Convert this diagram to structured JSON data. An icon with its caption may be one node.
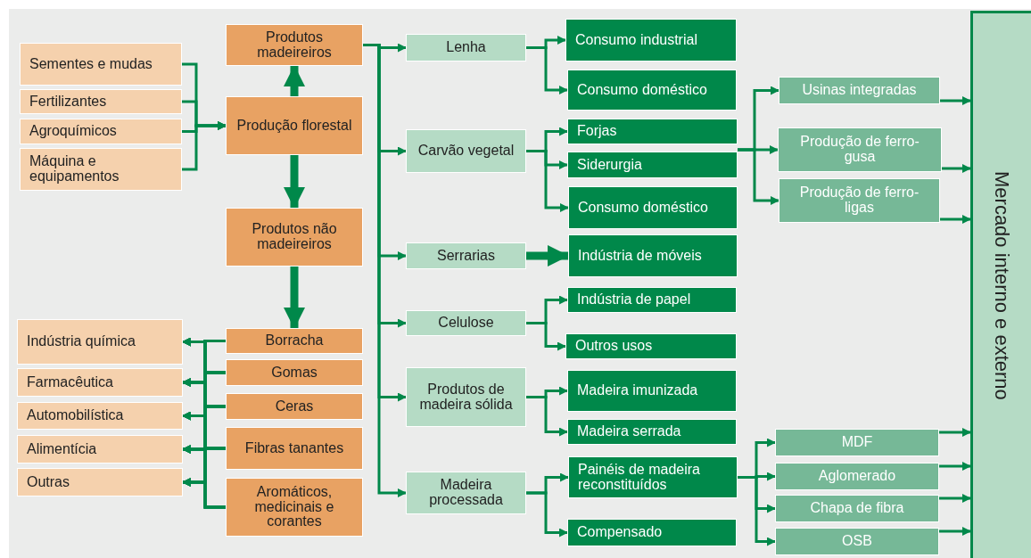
{
  "diagram": {
    "nodes": [
      {
        "text": [
          "Sementes e mudas"
        ]
      },
      {
        "text": [
          "Fertilizantes"
        ]
      },
      {
        "text": [
          "Agroquímicos"
        ]
      },
      {
        "text": [
          "Máquina e equipamentos"
        ]
      },
      {
        "text": [
          "Produtos madeireiros"
        ]
      },
      {
        "text": [
          "Produção florestal"
        ]
      },
      {
        "text": [
          "Produtos não madeireiros"
        ]
      },
      {
        "text": [
          "Borracha"
        ]
      },
      {
        "text": [
          "Gomas"
        ]
      },
      {
        "text": [
          "Ceras"
        ]
      },
      {
        "text": [
          "Fibras tanantes"
        ]
      },
      {
        "text": [
          "Aromáticos, medicinais e corantes"
        ]
      },
      {
        "text": [
          "Indústria química"
        ]
      },
      {
        "text": [
          "Farmacêutica"
        ]
      },
      {
        "text": [
          "Automobilística"
        ]
      },
      {
        "text": [
          "Alimentícia"
        ]
      },
      {
        "text": [
          "Outras"
        ]
      },
      {
        "text": [
          "Lenha"
        ]
      },
      {
        "text": [
          "Carvão vegetal"
        ]
      },
      {
        "text": [
          "Serrarias"
        ]
      },
      {
        "text": [
          "Celulose"
        ]
      },
      {
        "text": [
          "Produtos de madeira sólida"
        ]
      },
      {
        "text": [
          "Madeira processada"
        ]
      },
      {
        "text": [
          "Consumo industrial"
        ]
      },
      {
        "text": [
          "Consumo doméstico"
        ]
      },
      {
        "text": [
          "Forjas"
        ]
      },
      {
        "text": [
          "Siderurgia"
        ]
      },
      {
        "text": [
          "Consumo doméstico"
        ]
      },
      {
        "text": [
          "Indústria de móveis"
        ]
      },
      {
        "text": [
          "Indústria de papel"
        ]
      },
      {
        "text": [
          "Outros usos"
        ]
      },
      {
        "text": [
          "Madeira imunizada"
        ]
      },
      {
        "text": [
          "Madeira serrada"
        ]
      },
      {
        "text": [
          "Painéis de madeira reconstituídos"
        ]
      },
      {
        "text": [
          "Compensado"
        ]
      },
      {
        "text": [
          "Usinas integradas"
        ]
      },
      {
        "text": [
          "Produção de ferro-gusa"
        ]
      },
      {
        "text": [
          "Produção de ferro-ligas"
        ]
      },
      {
        "text": [
          "MDF"
        ]
      },
      {
        "text": [
          "Aglomerado"
        ]
      },
      {
        "text": [
          "Chapa de fibra"
        ]
      },
      {
        "text": [
          "OSB"
        ]
      },
      {
        "text": [
          "Mercado interno e externo"
        ]
      }
    ],
    "edges": [
      {
        "from": 0,
        "to": 5,
        "arrow": "to"
      },
      {
        "from": 1,
        "to": 5,
        "arrow": "to"
      },
      {
        "from": 2,
        "to": 5,
        "arrow": "to"
      },
      {
        "from": 3,
        "to": 5,
        "arrow": "to"
      },
      {
        "from": 5,
        "to": 4,
        "arrow": "to",
        "style": "thick"
      },
      {
        "from": 5,
        "to": 6,
        "arrow": "to",
        "style": "thick"
      },
      {
        "from": 6,
        "to": 7,
        "arrow": "to",
        "style": "thick"
      },
      {
        "from": 7,
        "to": 12,
        "arrow": "to"
      },
      {
        "from": 7,
        "to": 13,
        "arrow": "to"
      },
      {
        "from": 7,
        "to": 14,
        "arrow": "to"
      },
      {
        "from": 7,
        "to": 15,
        "arrow": "to"
      },
      {
        "from": 7,
        "to": 16,
        "arrow": "to"
      },
      {
        "from": 8,
        "to": 12,
        "arrow": "to"
      },
      {
        "from": 8,
        "to": 13,
        "arrow": "to"
      },
      {
        "from": 8,
        "to": 14,
        "arrow": "to"
      },
      {
        "from": 8,
        "to": 15,
        "arrow": "to"
      },
      {
        "from": 8,
        "to": 16,
        "arrow": "to"
      },
      {
        "from": 9,
        "to": 12,
        "arrow": "to"
      },
      {
        "from": 9,
        "to": 13,
        "arrow": "to"
      },
      {
        "from": 9,
        "to": 14,
        "arrow": "to"
      },
      {
        "from": 9,
        "to": 15,
        "arrow": "to"
      },
      {
        "from": 9,
        "to": 16,
        "arrow": "to"
      },
      {
        "from": 10,
        "to": 12,
        "arrow": "to"
      },
      {
        "from": 10,
        "to": 13,
        "arrow": "to"
      },
      {
        "from": 10,
        "to": 14,
        "arrow": "to"
      },
      {
        "from": 10,
        "to": 15,
        "arrow": "to"
      },
      {
        "from": 10,
        "to": 16,
        "arrow": "to"
      },
      {
        "from": 11,
        "to": 12,
        "arrow": "to"
      },
      {
        "from": 11,
        "to": 13,
        "arrow": "to"
      },
      {
        "from": 11,
        "to": 14,
        "arrow": "to"
      },
      {
        "from": 11,
        "to": 15,
        "arrow": "to"
      },
      {
        "from": 11,
        "to": 16,
        "arrow": "to"
      },
      {
        "from": 4,
        "to": 17,
        "arrow": "to"
      },
      {
        "from": 4,
        "to": 18,
        "arrow": "to"
      },
      {
        "from": 4,
        "to": 19,
        "arrow": "to"
      },
      {
        "from": 4,
        "to": 20,
        "arrow": "to"
      },
      {
        "from": 4,
        "to": 21,
        "arrow": "to"
      },
      {
        "from": 4,
        "to": 22,
        "arrow": "to"
      },
      {
        "from": 17,
        "to": 23,
        "arrow": "to"
      },
      {
        "from": 17,
        "to": 24,
        "arrow": "to"
      },
      {
        "from": 18,
        "to": 25,
        "arrow": "to"
      },
      {
        "from": 18,
        "to": 26,
        "arrow": "to"
      },
      {
        "from": 18,
        "to": 27,
        "arrow": "to"
      },
      {
        "from": 19,
        "to": 28,
        "arrow": "to",
        "style": "thick"
      },
      {
        "from": 20,
        "to": 29,
        "arrow": "to"
      },
      {
        "from": 20,
        "to": 30,
        "arrow": "to"
      },
      {
        "from": 21,
        "to": 31,
        "arrow": "to"
      },
      {
        "from": 21,
        "to": 32,
        "arrow": "to"
      },
      {
        "from": 22,
        "to": 33,
        "arrow": "to"
      },
      {
        "from": 22,
        "to": 34,
        "arrow": "to"
      },
      {
        "from": 26,
        "to": 35,
        "arrow": "to"
      },
      {
        "from": 26,
        "to": 36,
        "arrow": "to"
      },
      {
        "from": 26,
        "to": 37,
        "arrow": "to"
      },
      {
        "from": 33,
        "to": 38,
        "arrow": "to"
      },
      {
        "from": 33,
        "to": 39,
        "arrow": "to"
      },
      {
        "from": 33,
        "to": 40,
        "arrow": "to"
      },
      {
        "from": 33,
        "to": 41,
        "arrow": "to"
      },
      {
        "from": 35,
        "to": 42,
        "arrow": "to"
      },
      {
        "from": 36,
        "to": 42,
        "arrow": "to"
      },
      {
        "from": 37,
        "to": 42,
        "arrow": "to"
      },
      {
        "from": 38,
        "to": 42,
        "arrow": "to"
      },
      {
        "from": 39,
        "to": 42,
        "arrow": "to"
      },
      {
        "from": 40,
        "to": 42,
        "arrow": "to"
      },
      {
        "from": 41,
        "to": 42,
        "arrow": "to"
      }
    ]
  }
}
